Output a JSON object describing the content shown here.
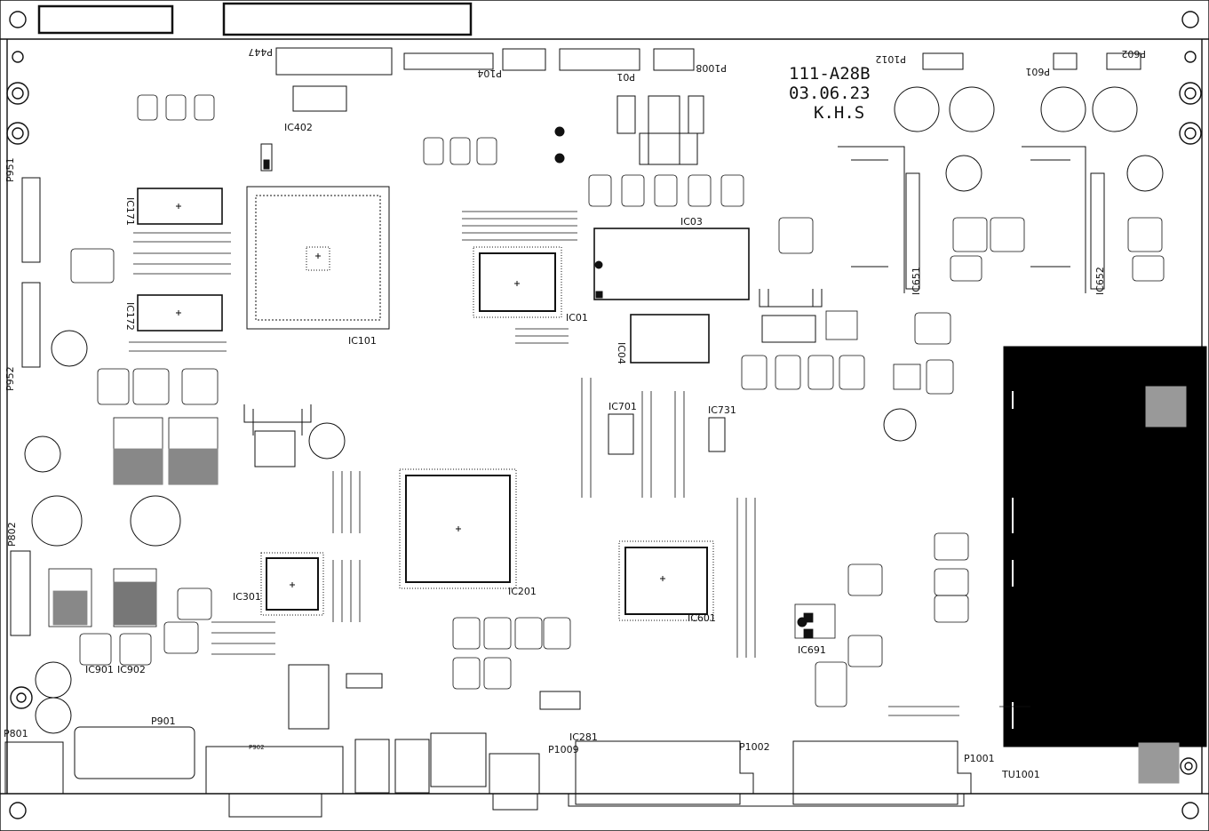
{
  "board": {
    "title_box_1": "",
    "title_box_2": "",
    "version": "111-A28B",
    "date": "03.06.23",
    "initials": "K.H.S"
  },
  "connectors": {
    "p951": "P951",
    "p952": "P952",
    "p802": "P802",
    "p801": "P801",
    "p901": "P901",
    "p1009": "P1009",
    "p1002": "P1002",
    "p1001": "P1001",
    "p1012": "P1012",
    "p601": "P601",
    "p602": "P602",
    "p1008": "P1008",
    "p01": "P01",
    "p902": "P902",
    "p104": "P104",
    "p447": "P447",
    "tu1001": "TU1001"
  },
  "chips": {
    "ic101": "IC101",
    "ic171": "IC171",
    "ic172": "IC172",
    "ic402": "IC402",
    "ic01": "IC01",
    "ic03": "IC03",
    "ic04": "IC04",
    "ic201": "IC201",
    "ic301": "IC301",
    "ic601": "IC601",
    "ic691": "IC691",
    "ic701": "IC701",
    "ic731": "IC731",
    "ic651": "IC651",
    "ic652": "IC652",
    "ic901": "IC901",
    "ic902": "IC902",
    "ic281": "IC281"
  }
}
